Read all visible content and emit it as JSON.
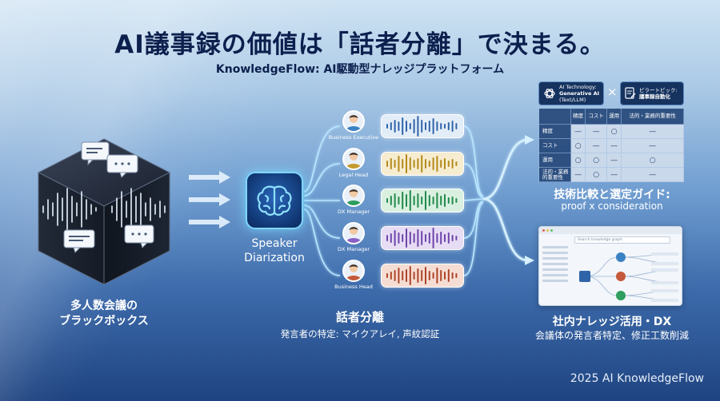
{
  "header": {
    "title": "AI議事録の価値は「話者分離」で決まる。",
    "subtitle": "KnowledgeFlow: AI駆動型ナレッジプラットフォーム"
  },
  "input": {
    "label_line1": "多人数会議の",
    "label_line2": "ブラックボックス"
  },
  "diarization": {
    "label_line1": "Speaker",
    "label_line2": "Diarization",
    "title": "話者分離",
    "subtitle": "発言者の特定: マイクアレイ, 声紋認証"
  },
  "speakers": [
    {
      "label": "Business Executive",
      "color": "#3b82c4",
      "wave_color": "#2f64a8",
      "bg": "#e3edf8"
    },
    {
      "label": "Legal Head",
      "color": "#c49a2e",
      "wave_color": "#b58a1c",
      "bg": "#f6eccf"
    },
    {
      "label": "DX Manager",
      "color": "#2f9e5e",
      "wave_color": "#218a4a",
      "bg": "#d9f0e0"
    },
    {
      "label": "DX Manager",
      "color": "#8a5fc4",
      "wave_color": "#6e44ab",
      "bg": "#e6dcf4"
    },
    {
      "label": "Business Head",
      "color": "#c45a3b",
      "wave_color": "#ad4429",
      "bg": "#f6ddd3"
    }
  ],
  "tech": {
    "card_label": "AI Technology:",
    "card_value_line1": "Generative AI",
    "card_value_line2": "(Text/LLM)",
    "times": "×",
    "pillar_label": "ピラートピック:",
    "pillar_value": "議事録自動化"
  },
  "matrix": {
    "columns": [
      "精度",
      "コスト",
      "運用",
      "法的・業務的重要性"
    ],
    "rows": [
      {
        "label": "精度",
        "cells": [
          "—",
          "—",
          "○",
          "—"
        ]
      },
      {
        "label": "コスト",
        "cells": [
          "○",
          "—",
          "—",
          "—"
        ]
      },
      {
        "label": "運用",
        "cells": [
          "○",
          "○",
          "—",
          "○"
        ]
      },
      {
        "label": "法的・業務的重要性",
        "cells": [
          "—",
          "○",
          "—",
          "—"
        ]
      }
    ]
  },
  "guide": {
    "title": "技術比較と選定ガイド:",
    "subtitle": "proof x consideration"
  },
  "screen": {
    "search_placeholder": "Search knowledge graph"
  },
  "knowledge": {
    "title": "社内ナレッジ活用・DX",
    "subtitle": "会議体の発言者特定、修正工数削減"
  },
  "footer": {
    "text": "2025 AI KnowledgeFlow"
  },
  "colors": {
    "title": "#0c1f4d",
    "glow": "#7fd6ff",
    "cube_dark": "#1c2330"
  }
}
